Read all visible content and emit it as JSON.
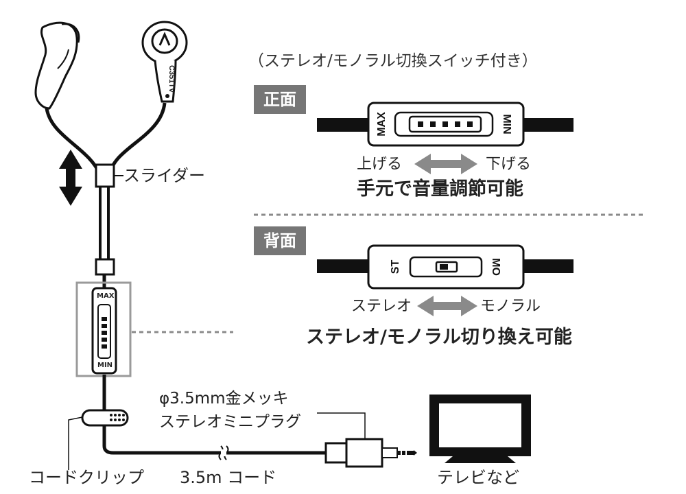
{
  "panel": {
    "title": "ボリュームコントローラー",
    "subtitle": "（ステレオ/モノラル切換スイッチ付き）",
    "front": {
      "tag": "正面",
      "max": "MAX",
      "min": "MIN",
      "left_label": "上げる",
      "right_label": "下げる",
      "caption": "手元で音量調節可能"
    },
    "back": {
      "tag": "背面",
      "st": "ST",
      "mo": "MO",
      "left_label": "ステレオ",
      "right_label": "モノラル",
      "caption": "ステレオ/モノラル切り換え可能"
    }
  },
  "product": {
    "model": "C351TV",
    "slider_label": "スライダー",
    "control_max": "MAX",
    "control_min": "MIN",
    "plug_label_1": "φ3.5mm金メッキ",
    "plug_label_2": "ステレオミニプラグ",
    "cord_clip_label": "コードクリップ",
    "cord_label": "3.5m コード",
    "tv_label": "テレビなど"
  },
  "colors": {
    "header_gray": "#767676",
    "arrow_gray": "#8a8a8a",
    "cord": "#111111"
  }
}
